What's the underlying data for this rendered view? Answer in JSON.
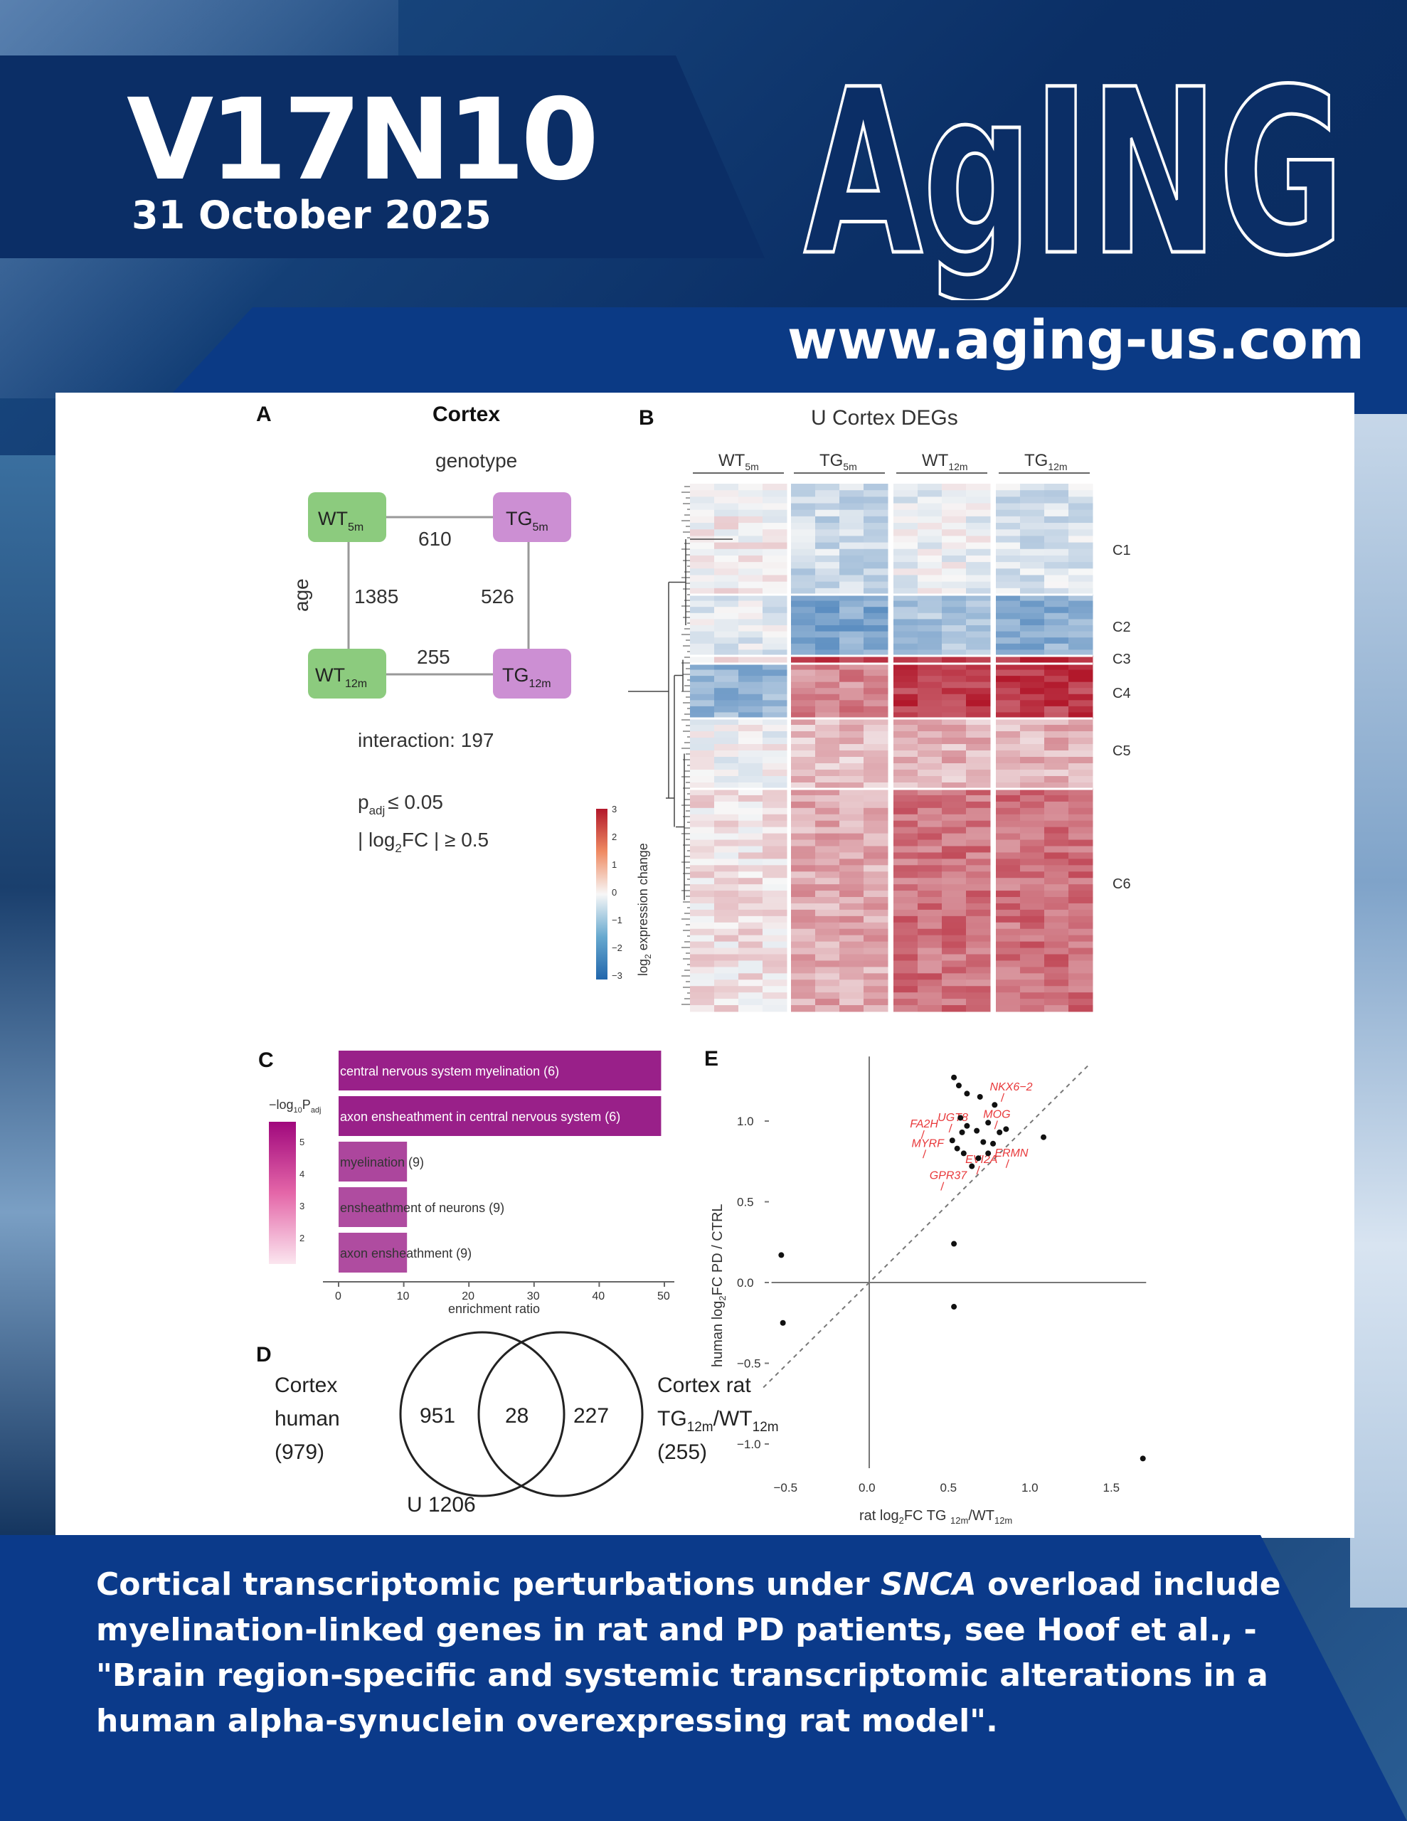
{
  "issue": {
    "volume_number": "V17N10",
    "date": "31 October 2025"
  },
  "journal": {
    "logo_text": "AgING",
    "url": "www.aging-us.com"
  },
  "caption": {
    "part1": "Cortical transcriptomic perturbations under ",
    "gene": "SNCA",
    "part2": " overload include myelination-linked genes in rat and PD patients, see Hoof et al., - \"Brain region-specific and systemic transcriptomic alterations in a human alpha-synuclein overexpressing rat model\"."
  },
  "colors": {
    "navy": "#0b2e66",
    "blue_band": "#0b3a85",
    "green_box": "#8ccb7e",
    "purple_box": "#cc8fd3",
    "magenta_bar": "#8e0a7e",
    "pink_bar": "#ef8fb9",
    "red_label": "#e8383a"
  },
  "figure": {
    "panel_a": {
      "label": "A",
      "title": "Cortex",
      "genotype_label": "genotype",
      "age_label": "age",
      "nodes": {
        "wt5": "WT",
        "wt5_sub": "5m",
        "tg5": "TG",
        "tg5_sub": "5m",
        "wt12": "WT",
        "wt12_sub": "12m",
        "tg12": "TG",
        "tg12_sub": "12m"
      },
      "edges": {
        "top": "610",
        "left": "1385",
        "right": "526",
        "bottom": "255"
      },
      "interaction": "interaction: 197",
      "padj_p": "p",
      "padj_sub": "adj",
      "padj_rest": "≤ 0.05",
      "logfc_pre": "| log",
      "logfc_sub": "2",
      "logfc_rest": "FC | ≥ 0.5"
    },
    "panel_b": {
      "label": "B",
      "title": "U Cortex DEGs",
      "columns": [
        {
          "name": "WT",
          "sub": "5m"
        },
        {
          "name": "TG",
          "sub": "5m"
        },
        {
          "name": "WT",
          "sub": "12m"
        },
        {
          "name": "TG",
          "sub": "12m"
        }
      ],
      "clusters": [
        "C1",
        "C2",
        "C3",
        "C4",
        "C5",
        "C6"
      ],
      "legend_title_pre": "log",
      "legend_title_sub": "2",
      "legend_title_rest": " expression change",
      "legend_ticks": [
        "3",
        "2",
        "1",
        "0",
        "−1",
        "−2",
        "−3"
      ],
      "cluster_levels": [
        [
          0.03,
          -0.2,
          -0.05,
          -0.15
        ],
        [
          -0.1,
          -0.55,
          -0.35,
          -0.5
        ],
        [
          0.1,
          0.9,
          0.9,
          0.95
        ],
        [
          -0.45,
          0.5,
          0.85,
          0.85
        ],
        [
          0.0,
          0.25,
          0.3,
          0.3
        ],
        [
          0.1,
          0.35,
          0.6,
          0.6
        ]
      ]
    },
    "panel_c": {
      "label": "C",
      "legend_title_pre": "−log",
      "legend_title_sub": "10",
      "legend_title_rest": "P",
      "legend_title_sub2": "adj",
      "legend_ticks": [
        "5",
        "4",
        "3",
        "2"
      ],
      "xlabel": "enrichment ratio",
      "chart_data": {
        "type": "bar",
        "categories": [
          "central nervous system myelination (6)",
          "axon ensheathment in central nervous system (6)",
          "myelination (9)",
          "ensheathment of neurons (9)",
          "axon ensheathment (9)"
        ],
        "values": [
          49.5,
          49.5,
          10.5,
          10.5,
          10.5
        ],
        "neg_log10_padj": [
          5.6,
          5.6,
          4.9,
          4.8,
          4.8
        ],
        "xlabel": "enrichment ratio",
        "xlim": [
          0,
          50
        ],
        "xticks": [
          "0",
          "10",
          "20",
          "30",
          "40",
          "50"
        ]
      }
    },
    "panel_d": {
      "label": "D",
      "left_set": {
        "l1": "Cortex",
        "l2": "human",
        "l3": "(979)"
      },
      "right_set": {
        "l1": "Cortex rat",
        "l2a": "TG",
        "l2a_sub": "12m",
        "l2b": "/WT",
        "l2b_sub": "12m",
        "l3": "(255)"
      },
      "left_only": "951",
      "overlap": "28",
      "right_only": "227",
      "union": "U 1206"
    },
    "panel_e": {
      "label": "E",
      "chart_data": {
        "type": "scatter",
        "xlabel_pre": "rat log",
        "xlabel_sub": "2",
        "xlabel_mid": "FC TG ",
        "xlabel_sub2": "12m",
        "xlabel_mid2": "/WT",
        "xlabel_sub3": "12m",
        "ylabel_pre": "human log",
        "ylabel_sub": "2",
        "ylabel_rest": "FC PD / CTRL",
        "xlim": [
          -0.6,
          1.7
        ],
        "ylim": [
          -1.15,
          1.4
        ],
        "xticks": [
          "−0.5",
          "0.0",
          "0.5",
          "1.0",
          "1.5"
        ],
        "xtick_values": [
          -0.5,
          0.0,
          0.5,
          1.0,
          1.5
        ],
        "yticks": [
          "1.0",
          "0.5",
          "0.0",
          "−0.5",
          "−1.0"
        ],
        "ytick_values": [
          1.0,
          0.5,
          0.0,
          -0.5,
          -1.0
        ],
        "points": [
          {
            "x": -0.54,
            "y": 0.17
          },
          {
            "x": -0.53,
            "y": -0.25
          },
          {
            "x": 0.52,
            "y": 0.24
          },
          {
            "x": 0.52,
            "y": -0.15
          },
          {
            "x": 1.68,
            "y": -1.09
          },
          {
            "x": 1.07,
            "y": 0.9
          },
          {
            "x": 0.52,
            "y": 1.27
          },
          {
            "x": 0.55,
            "y": 1.22
          },
          {
            "x": 0.6,
            "y": 1.17
          },
          {
            "x": 0.68,
            "y": 1.15
          },
          {
            "x": 0.77,
            "y": 1.1
          },
          {
            "x": 0.56,
            "y": 1.02
          },
          {
            "x": 0.6,
            "y": 0.97
          },
          {
            "x": 0.57,
            "y": 0.93
          },
          {
            "x": 0.66,
            "y": 0.94
          },
          {
            "x": 0.73,
            "y": 0.99
          },
          {
            "x": 0.8,
            "y": 0.93
          },
          {
            "x": 0.84,
            "y": 0.95
          },
          {
            "x": 0.7,
            "y": 0.87
          },
          {
            "x": 0.76,
            "y": 0.86
          },
          {
            "x": 0.51,
            "y": 0.88
          },
          {
            "x": 0.54,
            "y": 0.83
          },
          {
            "x": 0.58,
            "y": 0.8
          },
          {
            "x": 0.67,
            "y": 0.77
          },
          {
            "x": 0.73,
            "y": 0.8
          },
          {
            "x": 0.63,
            "y": 0.72
          }
        ],
        "labels": [
          {
            "text": "NKX6−2",
            "x": 0.74,
            "y": 1.19
          },
          {
            "text": "MOG",
            "x": 0.7,
            "y": 1.02
          },
          {
            "text": "UGT8",
            "x": 0.42,
            "y": 1.0
          },
          {
            "text": "FA2H",
            "x": 0.25,
            "y": 0.96
          },
          {
            "text": "MYRF",
            "x": 0.26,
            "y": 0.84
          },
          {
            "text": "ERMN",
            "x": 0.77,
            "y": 0.78
          },
          {
            "text": "EVI2A",
            "x": 0.59,
            "y": 0.74
          },
          {
            "text": "GPR37",
            "x": 0.37,
            "y": 0.64
          }
        ]
      }
    }
  }
}
